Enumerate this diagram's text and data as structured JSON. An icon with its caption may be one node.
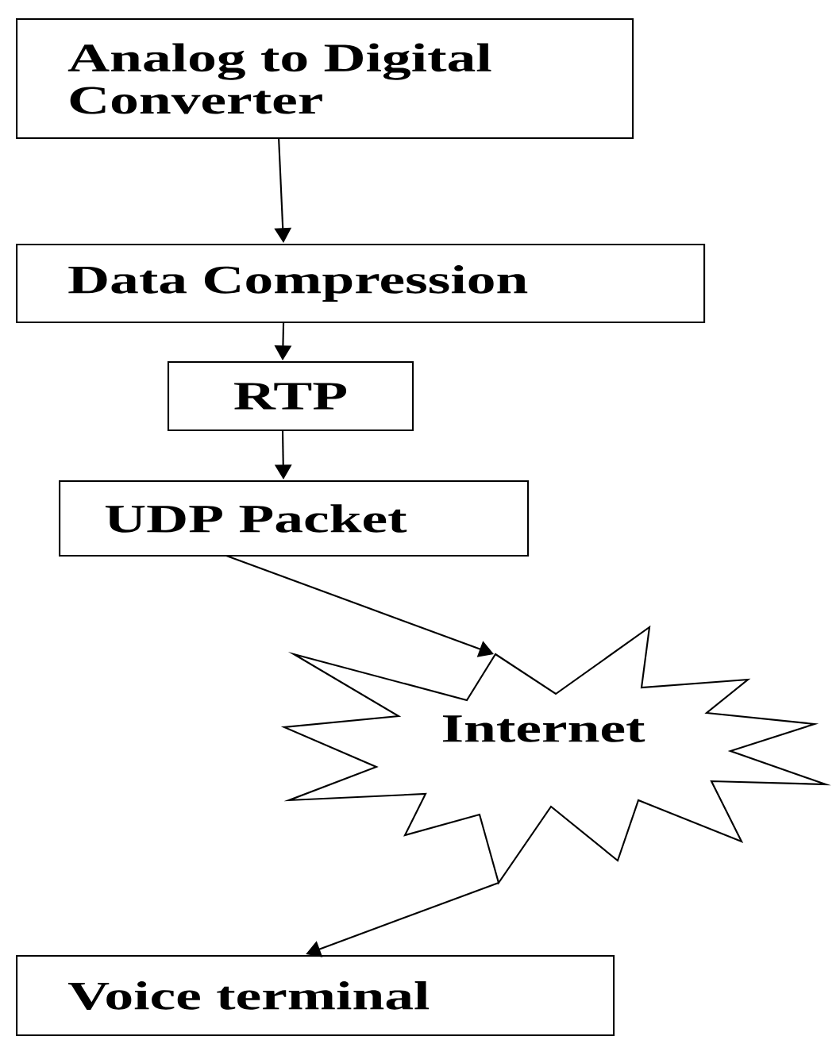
{
  "diagram": {
    "nodes": [
      {
        "text": [
          "Analog to Digital Converter"
        ]
      },
      {
        "text": [
          "Data Compression"
        ]
      },
      {
        "text": [
          "RTP"
        ]
      },
      {
        "text": [
          "UDP Packet"
        ]
      },
      {
        "text": [
          "Internet"
        ]
      },
      {
        "text": [
          "Voice terminal"
        ]
      }
    ],
    "edges": [
      {
        "from": 0,
        "to": 1,
        "arrow": "to"
      },
      {
        "from": 1,
        "to": 2,
        "arrow": "to"
      },
      {
        "from": 2,
        "to": 3,
        "arrow": "to"
      },
      {
        "from": 3,
        "to": 4,
        "arrow": "to"
      },
      {
        "from": 4,
        "to": 5,
        "arrow": "to"
      }
    ]
  }
}
